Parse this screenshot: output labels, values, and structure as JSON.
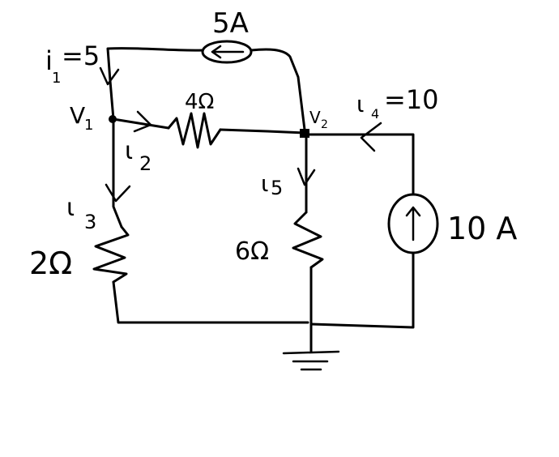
{
  "circuit": {
    "source_top": "5A",
    "source_right": "10 A",
    "r_top": "4Ω",
    "r_left": "2Ω",
    "r_mid": "6Ω",
    "node1": "V",
    "node1_sub": "1",
    "node2": "V",
    "node2_sub": "2",
    "i1_letter": "i",
    "i1_sub": "1",
    "i1_value": "=5",
    "i2_letter": "ɩ",
    "i2_sub": "2",
    "i3_letter": "ɩ",
    "i3_sub": "3",
    "i4_letter": "ɩ",
    "i4_sub": "4",
    "i4_value": "=10",
    "i5_letter": "ɩ",
    "i5_sub": "5"
  }
}
